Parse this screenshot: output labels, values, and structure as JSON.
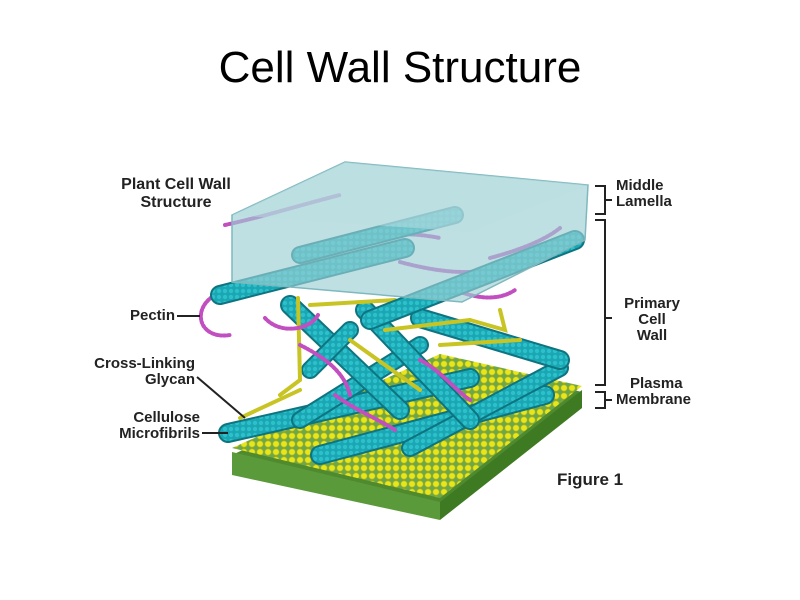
{
  "slide": {
    "title": "Cell Wall Structure"
  },
  "figure": {
    "heading": [
      "Plant Cell Wall",
      "Structure"
    ],
    "caption": "Figure 1",
    "left_labels": {
      "pectin": [
        "Pectin"
      ],
      "glycan": [
        "Cross-Linking",
        "Glycan"
      ],
      "cellulose": [
        "Cellulose",
        "Microfibrils"
      ]
    },
    "right_labels": {
      "middle_lamella": [
        "Middle",
        "Lamella"
      ],
      "primary_wall": [
        "Primary",
        "Cell",
        "Wall"
      ],
      "plasma_membrane": [
        "Plasma",
        "Membrane"
      ]
    },
    "colors": {
      "cellulose": "#1aa6b2",
      "cellulose_dark": "#0d7480",
      "pectin": "#c24fbf",
      "glycan": "#c8c423",
      "membrane_head": "#e8e61a",
      "membrane_tail": "#5a9a3a",
      "lamella": "#9ccfd4"
    }
  }
}
